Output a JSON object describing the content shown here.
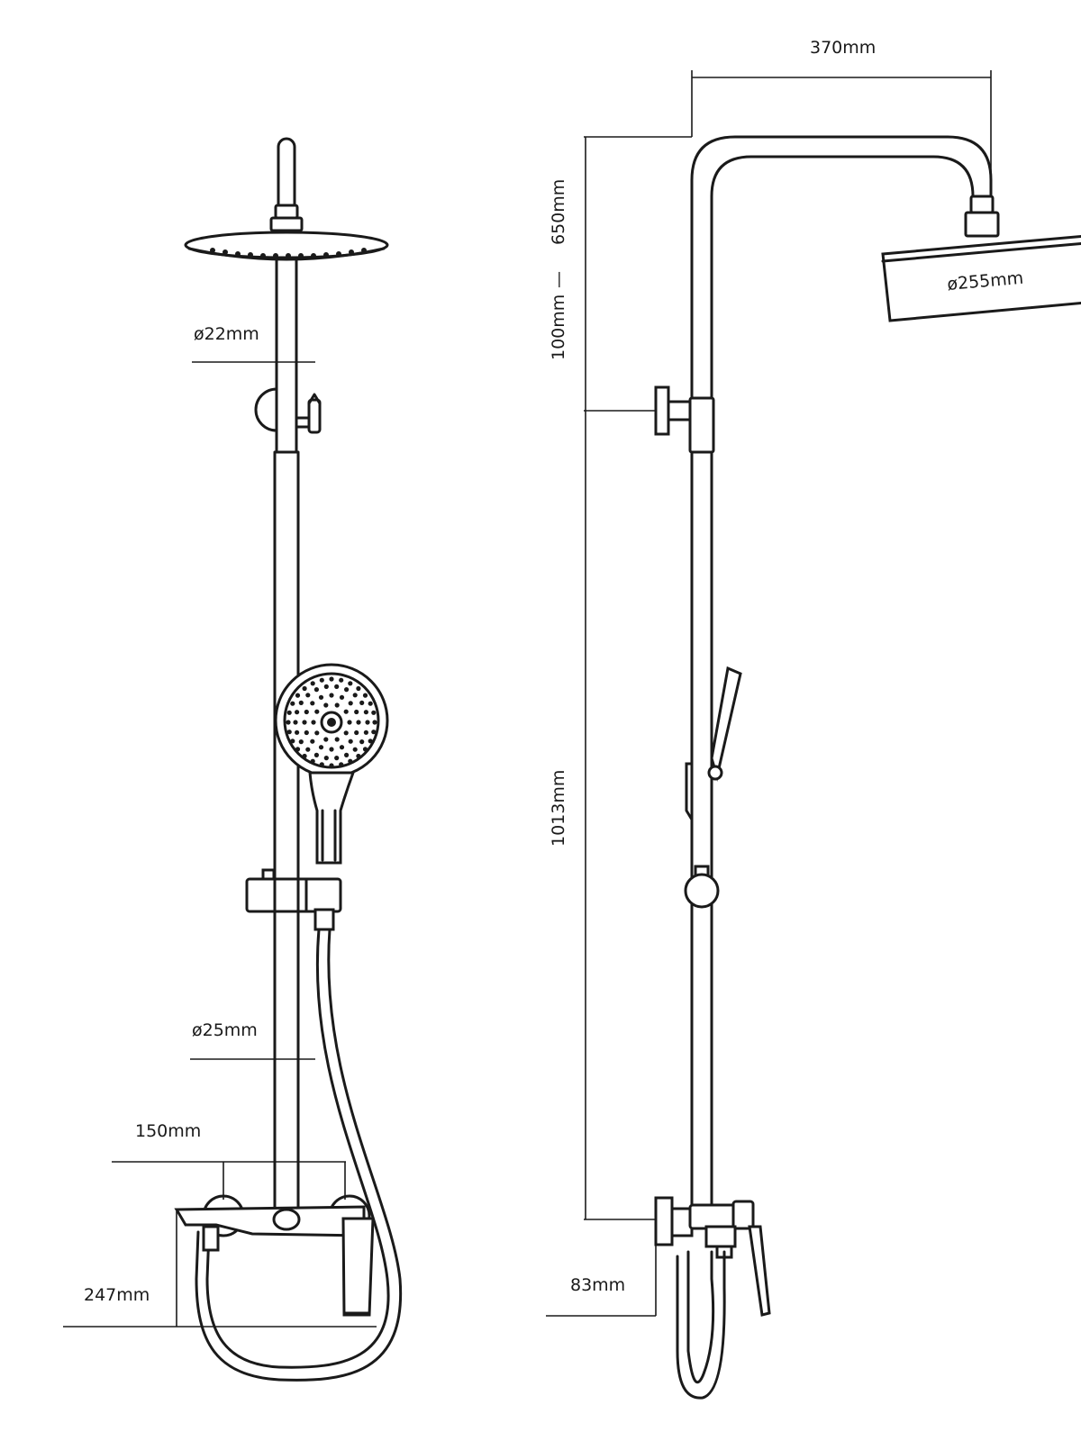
{
  "dimensions": {
    "arm_reach": "370mm",
    "head_diameter": "ø255mm",
    "top_pipe_diameter": "ø22mm",
    "bottom_pipe_diameter": "ø25mm",
    "inlet_spacing": "150mm",
    "spout_projection": "247mm",
    "height_range_max": "650mm",
    "height_range_min": "100mm",
    "height_separator": "—",
    "bar_height": "1013mm",
    "mixer_depth": "83mm"
  }
}
